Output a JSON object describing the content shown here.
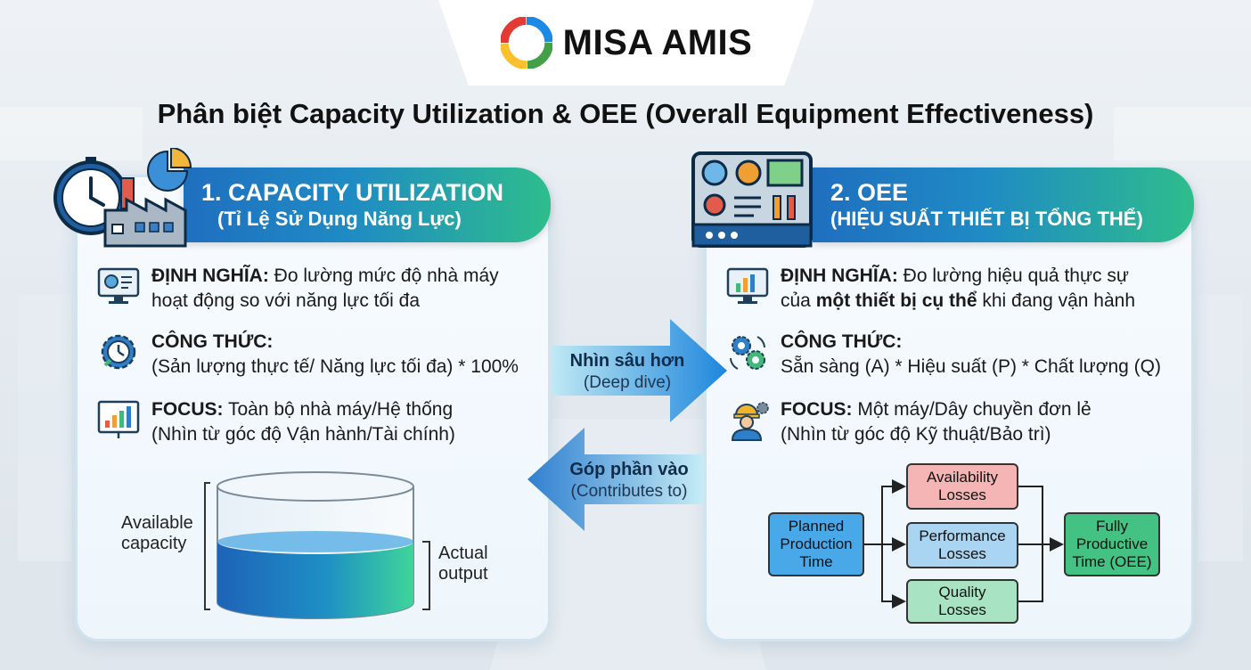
{
  "logo": {
    "text": "MISA AMIS"
  },
  "title": "Phân biệt Capacity Utilization & OEE (Overall Equipment Effectiveness)",
  "left_panel": {
    "heading": "1. CAPACITY UTILIZATION",
    "subheading": "(Tỉ Lệ Sử Dụng Năng Lực)",
    "definition": {
      "label": "ĐỊNH NGHĨA:",
      "text_line1": " Đo lường mức độ nhà máy",
      "text_line2": "hoạt động so với năng lực tối đa"
    },
    "formula": {
      "label": "CÔNG THỨC:",
      "text": "(Sản lượng thực tế/ Năng lực tối đa) * 100%"
    },
    "focus": {
      "label": "FOCUS:",
      "text_line1": " Toàn bộ nhà máy/Hệ thống",
      "text_line2": "(Nhìn từ góc độ Vận hành/Tài chính)"
    },
    "cylinder": {
      "available_line1": "Available",
      "available_line2": "capacity",
      "actual_line1": "Actual",
      "actual_line2": "output"
    }
  },
  "right_panel": {
    "heading": "2. OEE",
    "subheading": "(HIỆU SUẤT THIẾT BỊ TỔNG THỂ)",
    "definition": {
      "label": "ĐỊNH NGHĨA:",
      "text_line1": " Đo lường hiệu quả thực sự",
      "text_line2_a": "của ",
      "text_line2_bold": "một thiết bị cụ thể",
      "text_line2_b": " khi đang vận hành"
    },
    "formula": {
      "label": "CÔNG THỨC:",
      "text": "Sẵn sàng (A) * Hiệu suất (P) * Chất lượng (Q)"
    },
    "focus": {
      "label": "FOCUS:",
      "text_line1": " Một máy/Dây chuyền đơn lẻ",
      "text_line2": "(Nhìn từ góc độ Kỹ thuật/Bảo trì)"
    }
  },
  "arrows": {
    "forward": {
      "title": "Nhìn sâu hơn",
      "sub": "(Deep dive)"
    },
    "backward": {
      "title": "Góp phần vào",
      "sub": "(Contributes to)"
    }
  },
  "flow": {
    "planned_line1": "Planned",
    "planned_line2": "Production",
    "planned_line3": "Time",
    "availability_line1": "Availability",
    "availability_line2": "Losses",
    "performance_line1": "Performance",
    "performance_line2": "Losses",
    "quality_line1": "Quality",
    "quality_line2": "Losses",
    "fully_line1": "Fully",
    "fully_line2": "Productive",
    "fully_line3": "Time (OEE)"
  },
  "colors": {
    "header_start": "#1f6fbf",
    "header_end": "#2ebd8c",
    "arrow_forward": "#1e86dc",
    "arrow_backward": "#2f7fd0",
    "planned": "#49a8e8",
    "availability": "#f6b5b5",
    "performance": "#a9d5f2",
    "quality": "#a8e4c4",
    "fully": "#43c283"
  }
}
